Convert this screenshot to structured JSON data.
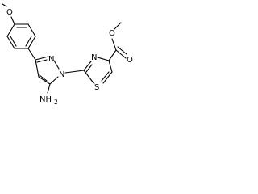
{
  "molecule": {
    "atoms": {
      "methoxy_o": "O",
      "pyrazole_n1": "N",
      "pyrazole_n2": "N",
      "amine_n": "NH",
      "amine_h_count": "2",
      "thiazole_n": "N",
      "thiazole_s": "S",
      "ester_carbonyl_o": "O",
      "ester_ether_o": "O"
    }
  }
}
